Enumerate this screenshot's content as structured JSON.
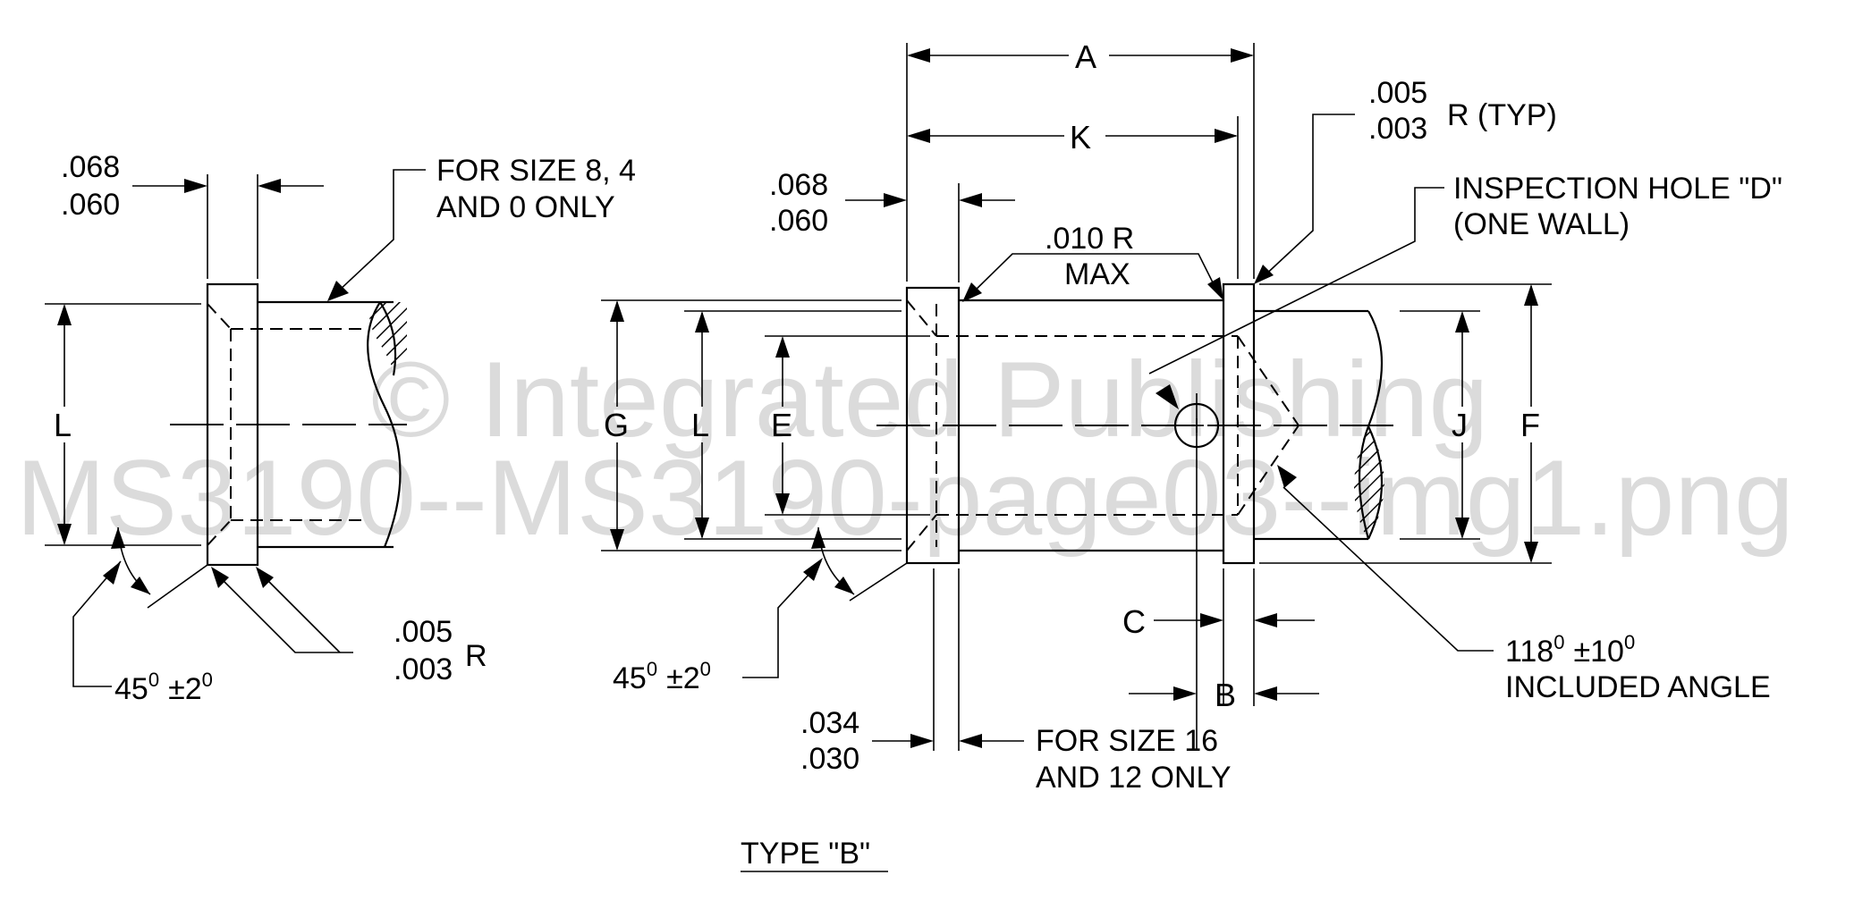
{
  "title": "TYPE  \"B\"",
  "watermark": {
    "line1": "© Integrated Publishing",
    "line2": "MS3190--MS3190-page03--img1.png"
  },
  "left_view": {
    "top_dim_upper": ".068",
    "top_dim_lower": ".060",
    "note_line1": "FOR SIZE 8, 4",
    "note_line2": "AND 0 ONLY",
    "dim_L": "L",
    "angle_value": "45",
    "angle_deg1": "0",
    "angle_tol": "±2",
    "angle_deg2": "0",
    "radius_upper": ".005",
    "radius_lower": ".003",
    "radius_suffix": "R"
  },
  "right_view": {
    "dim_A": "A",
    "dim_K": "K",
    "top_dim_upper": ".068",
    "top_dim_lower": ".060",
    "typ_upper": ".005",
    "typ_lower": ".003",
    "typ_suffix": "R (TYP)",
    "inspection_line1": "INSPECTION HOLE \"D\"",
    "inspection_line2": "(ONE WALL)",
    "max_radius_line1": ".010  R",
    "max_radius_line2": "MAX",
    "dim_G": "G",
    "dim_L": "L",
    "dim_E": "E",
    "dim_J": "J",
    "dim_F": "F",
    "dim_C": "C",
    "dim_B": "B",
    "angle_value": "45",
    "angle_deg1": "0",
    "angle_tol": "±2",
    "angle_deg2": "0",
    "included_value": "118",
    "included_deg1": "0",
    "included_tol": "±10",
    "included_deg2": "0",
    "included_note": "INCLUDED ANGLE",
    "bottom_dim_upper": ".034",
    "bottom_dim_lower": ".030",
    "size_note_line1": "FOR SIZE 16",
    "size_note_line2": "AND 12 ONLY"
  }
}
